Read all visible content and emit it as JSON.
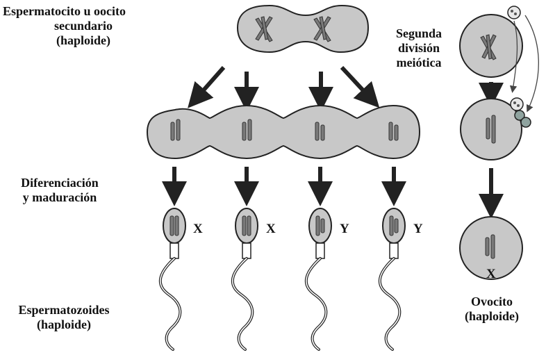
{
  "labels": {
    "secondary_cell": [
      "Espermatocito u oocito",
      "secundario",
      "(haploide)"
    ],
    "second_division": [
      "Segunda",
      "división",
      "meiótica"
    ],
    "differentiation": [
      "Diferenciación",
      "y maduración"
    ],
    "spermatozoa": [
      "Espermatozoides",
      "(haploide)"
    ],
    "ovocyte": [
      "Ovocito",
      "(haploide)"
    ]
  },
  "sperm_chromosomes": [
    "X",
    "X",
    "Y",
    "Y"
  ],
  "ovocyte_chromosome": "X",
  "colors": {
    "cell_fill": "#c8c8c8",
    "outline": "#222222",
    "chromosome": "#7a7a7a",
    "polar_body": "#8fa39f",
    "text": "#111111"
  }
}
